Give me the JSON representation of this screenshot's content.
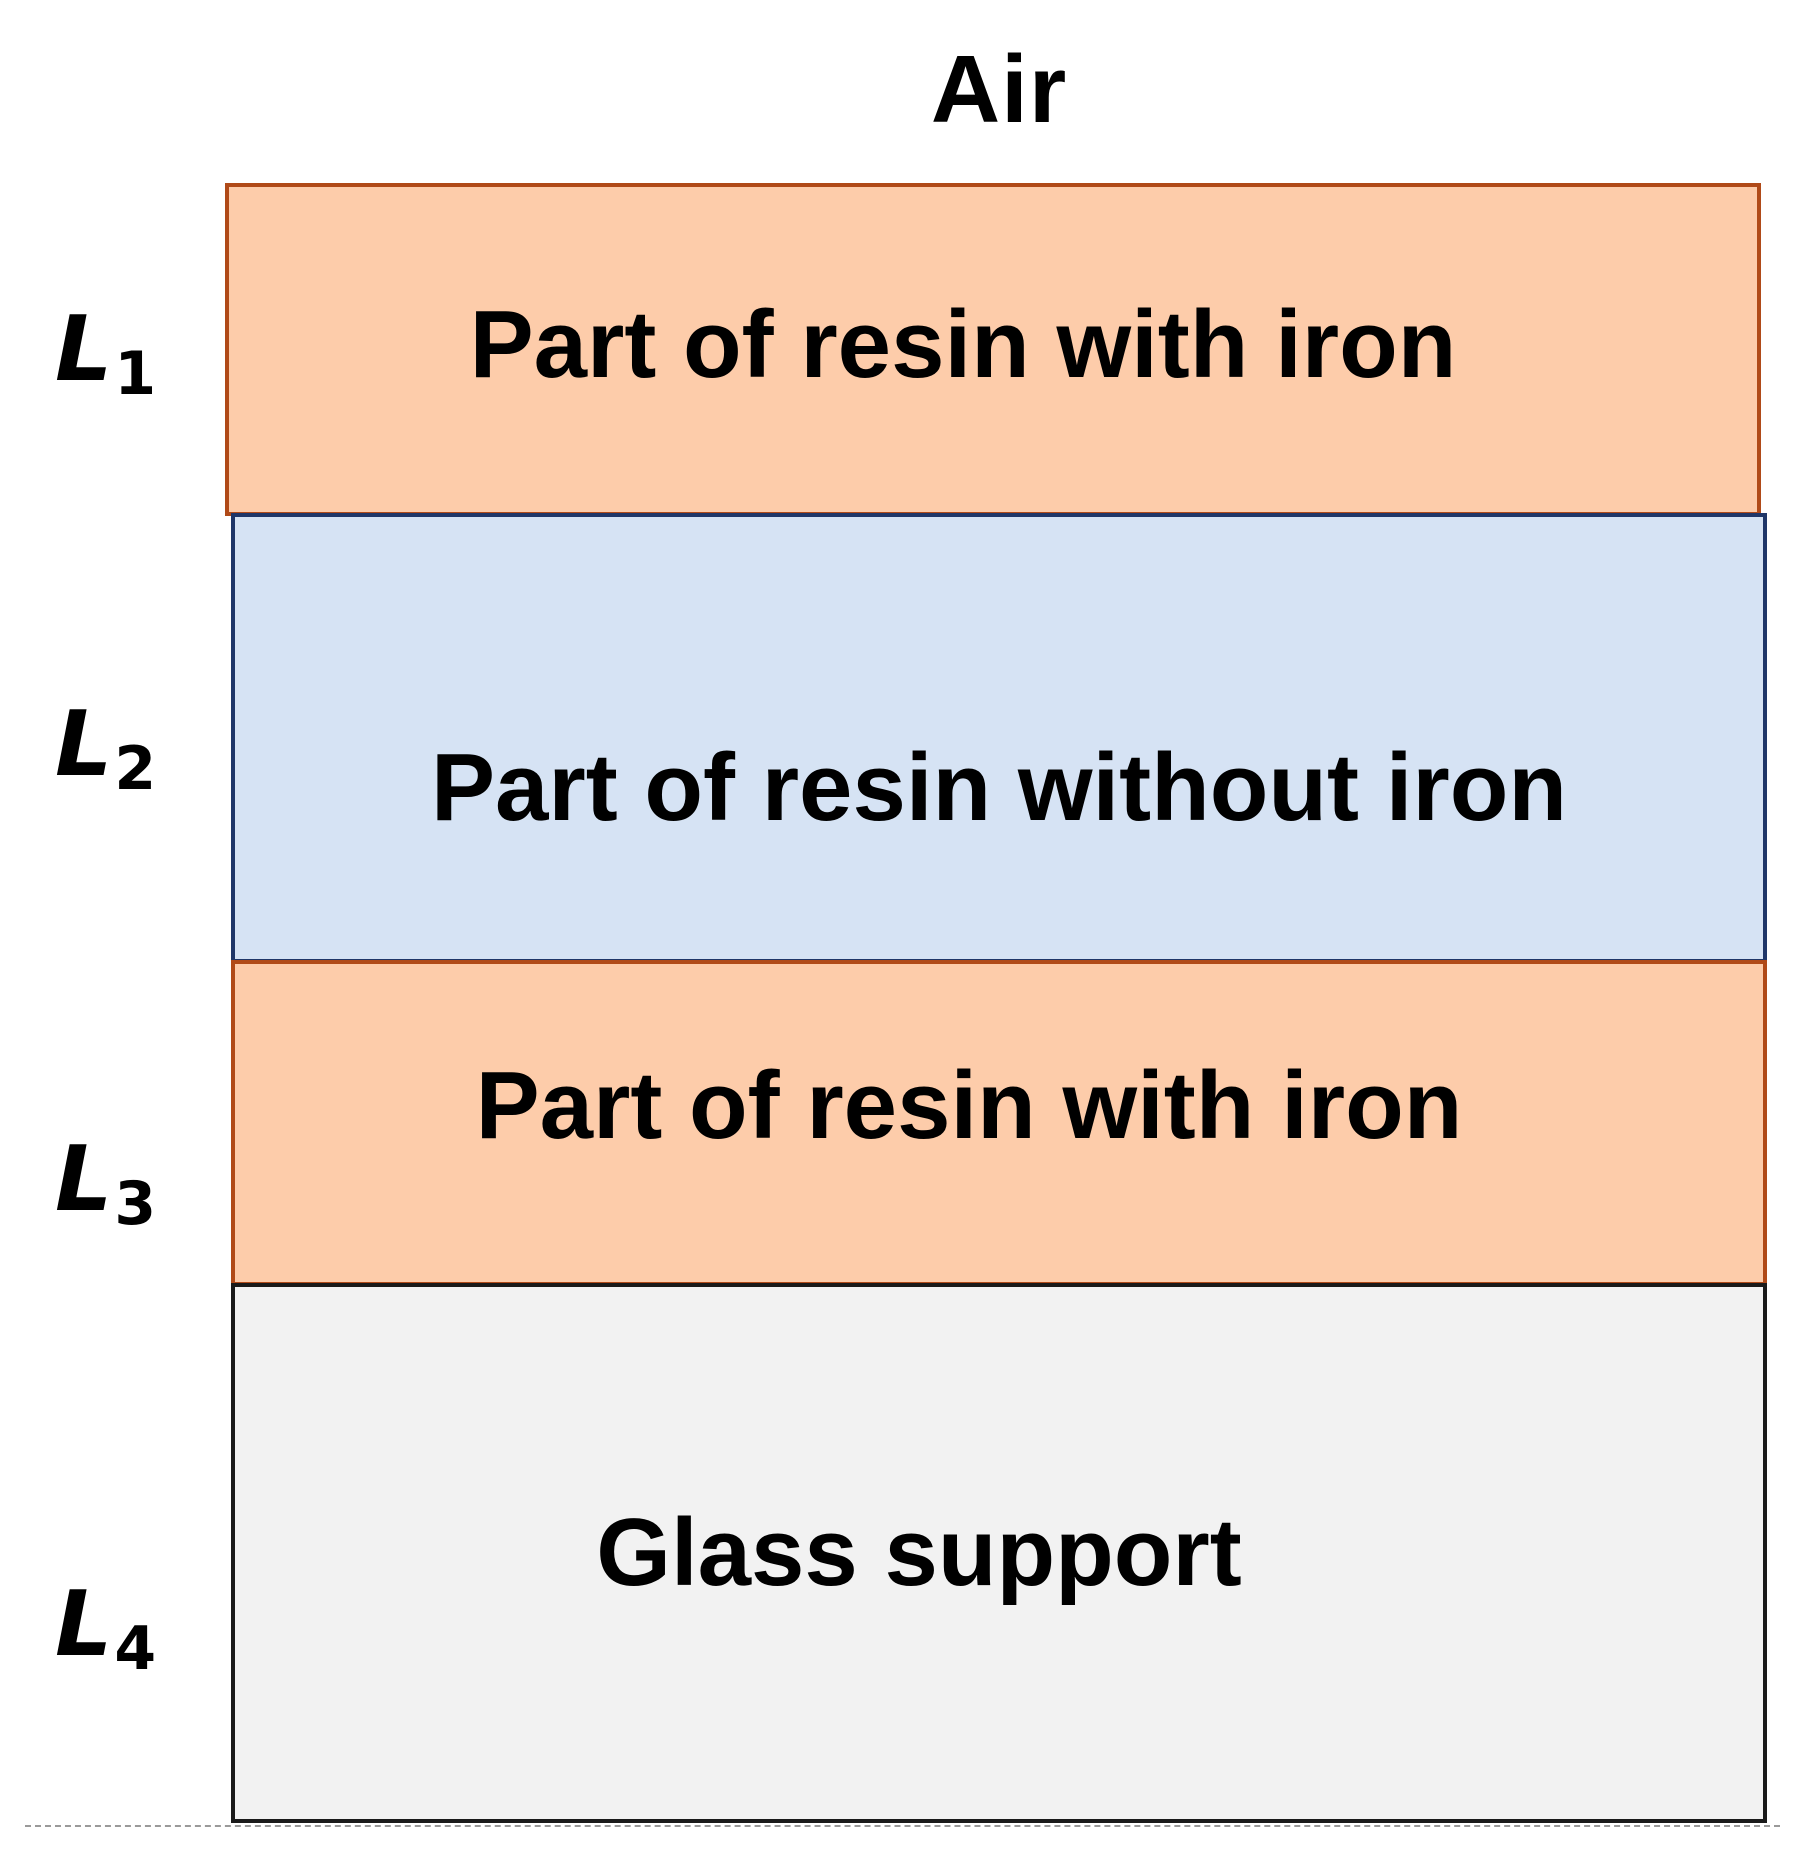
{
  "diagram": {
    "top_label": "Air",
    "layers": [
      {
        "id": "L1",
        "symbol": "L",
        "subscript": "1",
        "text": "Part of resin with iron",
        "fill": "#FDCCAA",
        "border": "#B04A18"
      },
      {
        "id": "L2",
        "symbol": "L",
        "subscript": "2",
        "text": "Part of resin without iron",
        "fill": "#D6E3F4",
        "border": "#1F3668"
      },
      {
        "id": "L3",
        "symbol": "L",
        "subscript": "3",
        "text": "Part of resin with iron",
        "fill": "#FDCCAA",
        "border": "#B04A18"
      },
      {
        "id": "L4",
        "symbol": "L",
        "subscript": "4",
        "text": "Glass support",
        "fill": "#F2F2F2",
        "border": "#1A1A1A"
      }
    ]
  }
}
